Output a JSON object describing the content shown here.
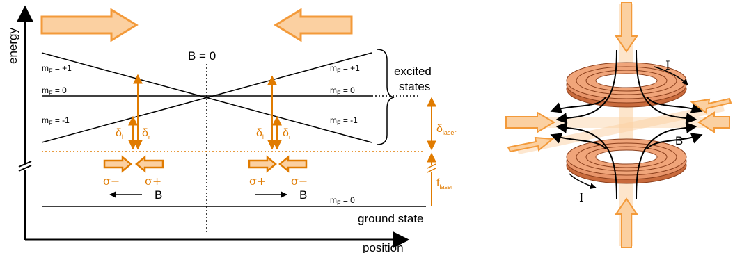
{
  "axes": {
    "y_label": "energy",
    "x_label": "position"
  },
  "field": {
    "b_zero": "B = 0",
    "b_arrow": "B"
  },
  "levels": {
    "mf_plus1": "m",
    "mf_plus1_sub": "F",
    "mf_plus1_val": " = +1",
    "mf_zero": "m",
    "mf_zero_sub": "F",
    "mf_zero_val": " = 0",
    "mf_minus1": "m",
    "mf_minus1_sub": "F",
    "mf_minus1_val": " = -1"
  },
  "brace": {
    "excited_line1": "excited",
    "excited_line2": "states"
  },
  "ground_state": "ground state",
  "detunings": {
    "delta": "δ",
    "l": "l",
    "r": "r",
    "laser": "laser",
    "f": "f"
  },
  "polarizations": {
    "sigma_minus": "σ−",
    "sigma_plus": "σ+"
  },
  "coils": {
    "current": "I",
    "field": "B"
  },
  "colors": {
    "orange": "#e07b00",
    "arrow_fill": "#fbd0a1",
    "arrow_stroke": "#f39a3a",
    "coil_fill": "#e8956a",
    "coil_stroke": "#a0522d"
  }
}
